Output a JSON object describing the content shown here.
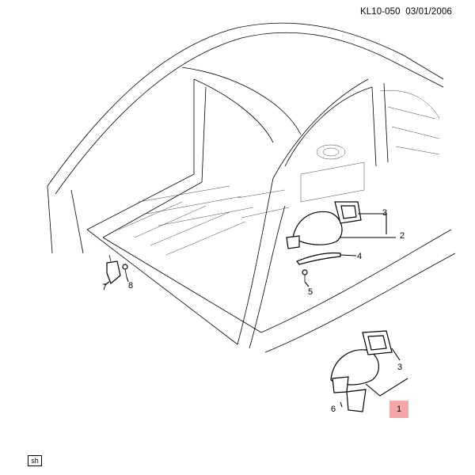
{
  "header": {
    "code": "KL10-050",
    "date": "03/01/2006"
  },
  "callouts": {
    "c1": "1",
    "c2": "2",
    "c3a": "3",
    "c3b": "3",
    "c4": "4",
    "c5": "5",
    "c6": "6",
    "c7": "7",
    "c8": "8"
  },
  "highlight_color": "#f4a6a6",
  "footer": {
    "sheet": "sh"
  }
}
